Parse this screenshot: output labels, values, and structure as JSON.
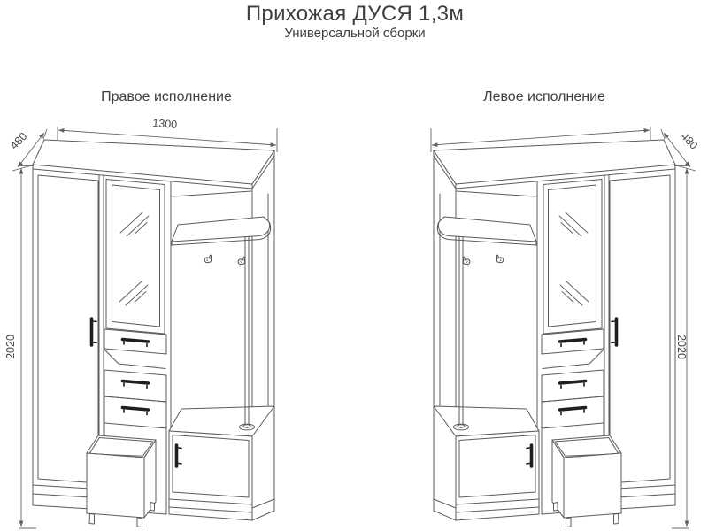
{
  "header": {
    "title": "Прихожая ДУСЯ 1,3м",
    "subtitle": "Универсальной сборки"
  },
  "sections": {
    "left": {
      "label": "Правое исполнение",
      "dims": {
        "width": "1300",
        "depth": "480",
        "height": "2020"
      }
    },
    "right": {
      "label": "Левое исполнение",
      "dims": {
        "depth": "480",
        "height": "2020"
      }
    }
  },
  "colors": {
    "background": "#ffffff",
    "line": "#5b5b5b",
    "text": "#3f3f3f",
    "handle": "#1f1f1f"
  }
}
